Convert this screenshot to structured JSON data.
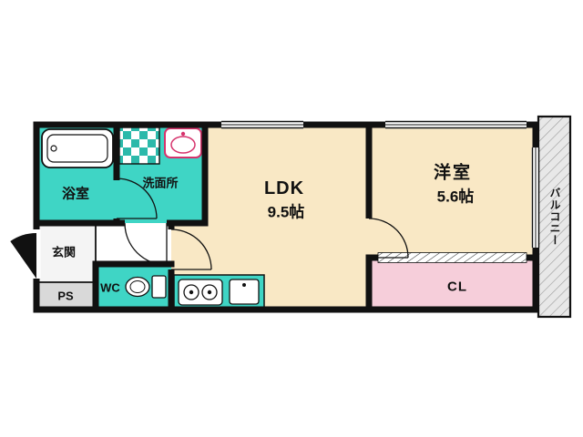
{
  "floorplan": {
    "rooms": {
      "bathroom": {
        "label": "浴室"
      },
      "washroom": {
        "label": "洗面所"
      },
      "ldk": {
        "label": "LDK",
        "size": "9.5帖"
      },
      "western_room": {
        "label": "洋室",
        "size": "5.6帖"
      },
      "closet": {
        "label": "CL"
      },
      "balcony": {
        "label": "バルコニー"
      },
      "entrance": {
        "label": "玄関"
      },
      "pipe_space": {
        "label": "PS"
      },
      "toilet": {
        "label": "WC"
      }
    },
    "colors": {
      "wet_area_teal": "#3FD5C5",
      "living_cream": "#F9E8C5",
      "closet_pink": "#F6CEDA",
      "balcony_gray": "#E8E8E8",
      "pipe_space_gray": "#D9D9D9",
      "wall_black": "#111111",
      "sink_accent_red": "#D6336C"
    },
    "icons": [
      "bathtub-icon",
      "washer-pan-icon",
      "vanity-sink-icon",
      "toilet-icon",
      "stove-icon",
      "kitchen-sink-icon",
      "entrance-door-icon",
      "door-arc-icon",
      "window-icon",
      "accordion-door-icon",
      "balcony-hatch"
    ]
  }
}
